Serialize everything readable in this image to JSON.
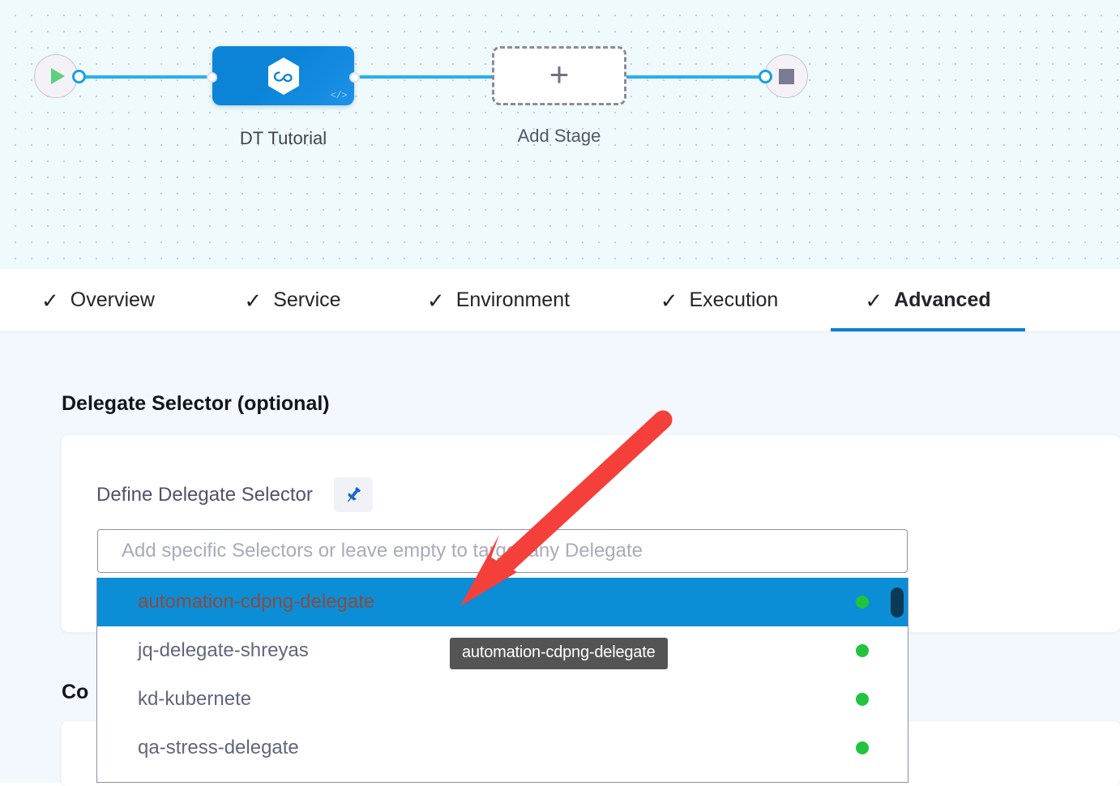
{
  "pipeline": {
    "start_node": {
      "icon": "play-icon"
    },
    "end_node": {
      "icon": "stop-square-icon"
    },
    "stage": {
      "label": "DT Tutorial",
      "icon": "deployment-hexagon-icon",
      "badge_icon": "code-brackets-icon"
    },
    "add_stage": {
      "label": "Add Stage",
      "icon": "plus-icon"
    }
  },
  "tabs": [
    {
      "label": "Overview",
      "icon": "check-icon",
      "active": false
    },
    {
      "label": "Service",
      "icon": "check-icon",
      "active": false
    },
    {
      "label": "Environment",
      "icon": "check-icon",
      "active": false
    },
    {
      "label": "Execution",
      "icon": "check-icon",
      "active": false
    },
    {
      "label": "Advanced",
      "icon": "check-icon",
      "active": true
    }
  ],
  "form": {
    "section_title": "Delegate Selector (optional)",
    "section_title_2": "Co",
    "define_label": "Define Delegate Selector",
    "pin_icon": "pushpin-icon",
    "selector_input": {
      "value": "",
      "placeholder": "Add specific Selectors or leave empty to target any Delegate"
    }
  },
  "dropdown": {
    "options": [
      {
        "label": "automation-cdpng-delegate",
        "status": "connected",
        "selected": true
      },
      {
        "label": "jq-delegate-shreyas",
        "status": "connected",
        "selected": false
      },
      {
        "label": "kd-kubernete",
        "status": "connected",
        "selected": false
      },
      {
        "label": "qa-stress-delegate",
        "status": "connected",
        "selected": false
      }
    ]
  },
  "tooltip": {
    "text": "automation-cdpng-delegate"
  },
  "annotation": {
    "arrow_color": "#f43f3a",
    "points_to": "automation-cdpng-delegate"
  },
  "colors": {
    "accent_blue": "#0b7fd4",
    "node_blue": "#0b84d8",
    "connector_blue": "#28b0eb",
    "selected_row_blue": "#0b8ed6",
    "status_green": "#22c33e",
    "canvas_bg": "#effafc",
    "form_bg": "#f2f8fd",
    "tooltip_bg": "#545454",
    "arrow_red": "#f43f3a"
  }
}
